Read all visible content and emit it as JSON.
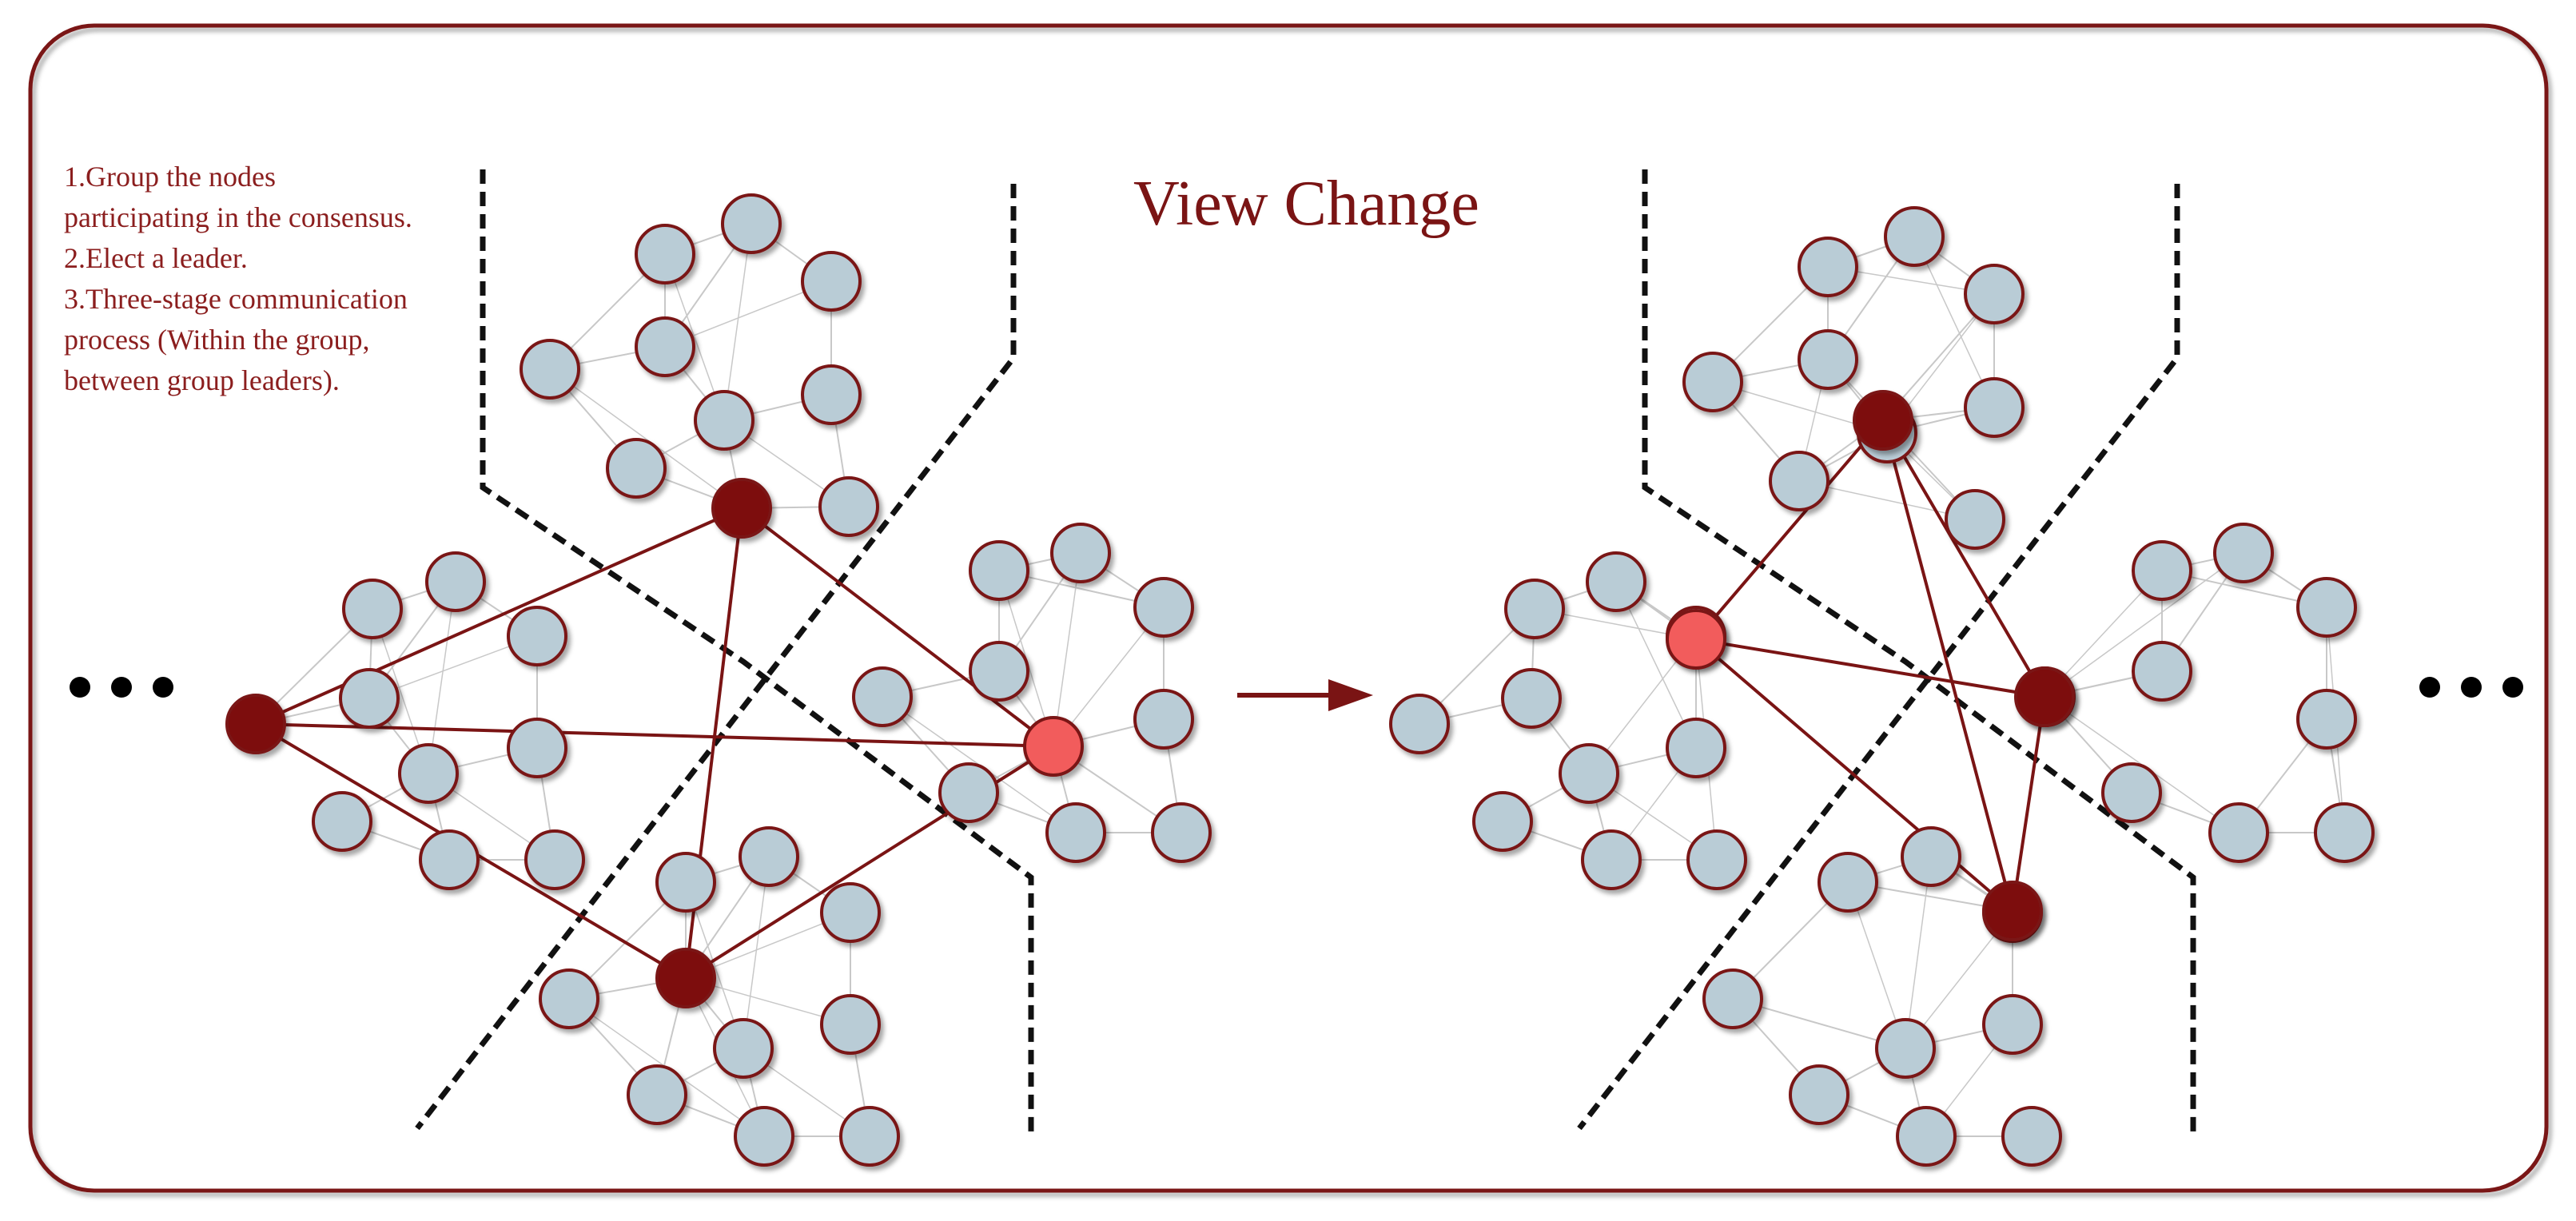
{
  "title": "View Change",
  "steps": [
    "1.Group the nodes",
    "participating in the consensus.",
    "2.Elect a leader.",
    "3.Three-stage communication",
    "process (Within the group,",
    "between group leaders)."
  ],
  "colors": {
    "frame": "#7a1414",
    "node_fill": "#b9ccd6",
    "node_stroke": "#7a1414",
    "leader_fill": "#7d0b0b",
    "primary_fill": "#f25b5b",
    "leader_link": "#7a1414",
    "intra_link": "#c8c8c8",
    "boundary": "#111111",
    "text": "#8b1e1e"
  },
  "panels": [
    {
      "name": "before",
      "groups": [
        "top",
        "left",
        "right",
        "bottom"
      ],
      "leaders": [
        "top",
        "left",
        "bottom"
      ],
      "primary": "right"
    },
    {
      "name": "after",
      "groups": [
        "top",
        "left",
        "right",
        "bottom"
      ],
      "leaders": [
        "top",
        "right",
        "bottom"
      ],
      "primary": "left"
    }
  ],
  "icons": [
    "ellipsis-left-icon",
    "arrow-right-icon",
    "ellipsis-right-icon"
  ]
}
